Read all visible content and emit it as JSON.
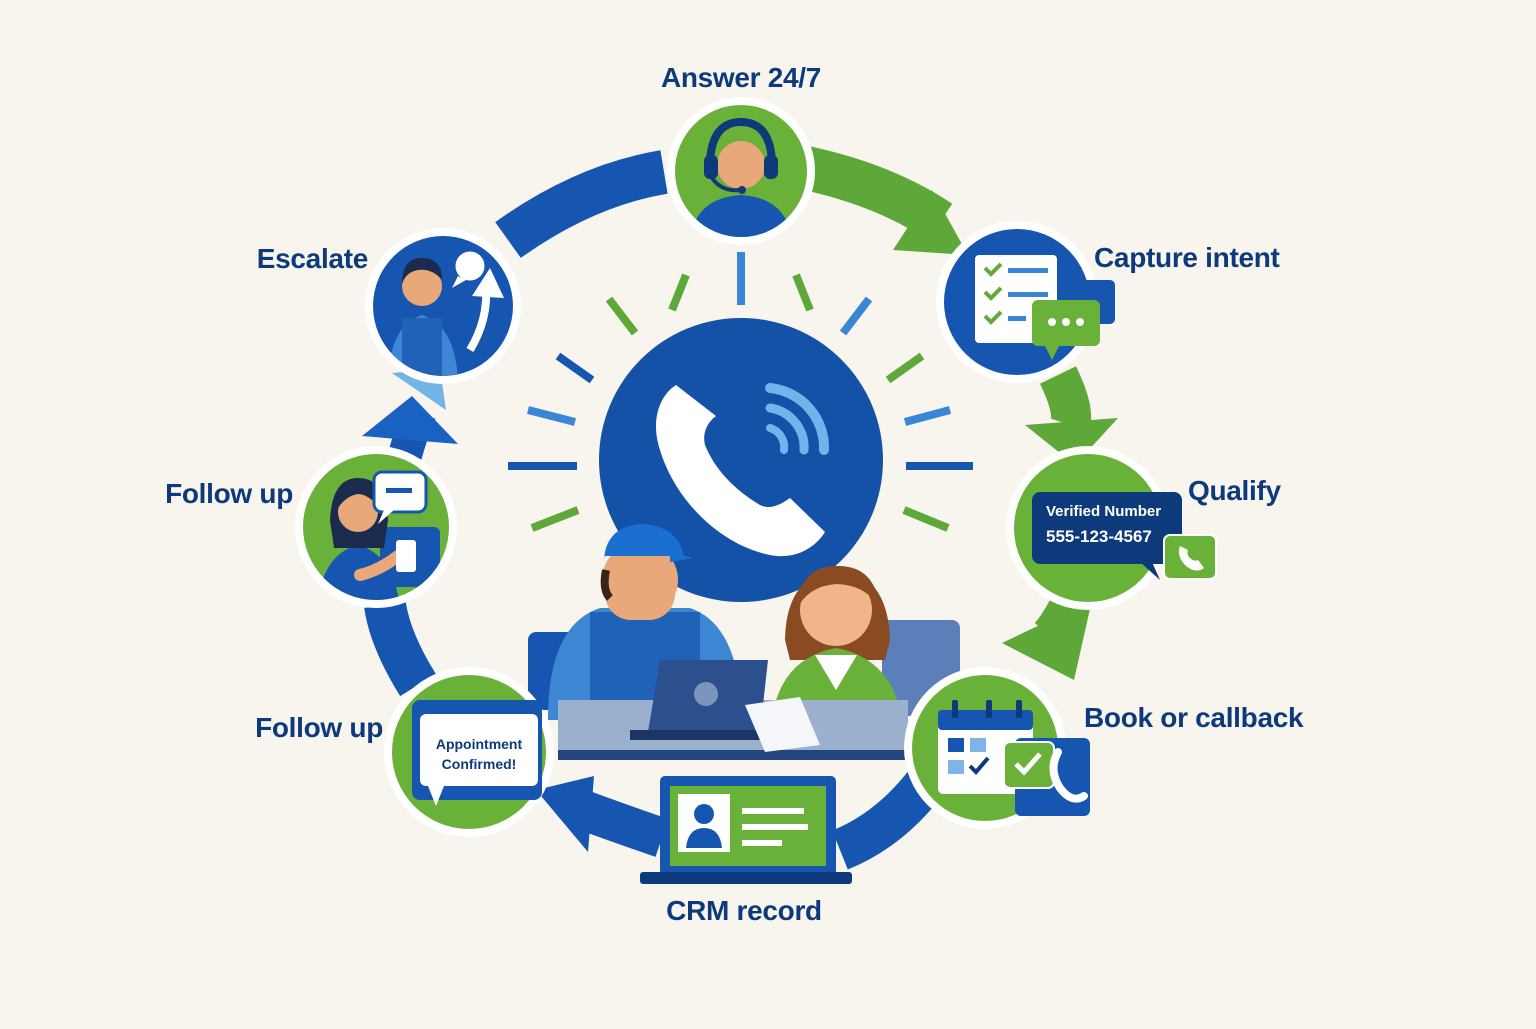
{
  "colors": {
    "blue": "#1656b0",
    "dark_blue": "#0d3a7a",
    "light_blue": "#4aa0e0",
    "green": "#5ea83a",
    "background": "#f8f4ee"
  },
  "diagram": {
    "center_icon": "phone-icon",
    "steps": [
      {
        "label": "Answer 24/7",
        "icon": "headset-agent-icon"
      },
      {
        "label": "Capture intent",
        "icon": "checklist-chat-icon"
      },
      {
        "label": "Qualify",
        "icon": "verified-number-icon",
        "card_title": "Verified Number",
        "card_value": "555-123-4567"
      },
      {
        "label": "Book or callback",
        "icon": "calendar-callback-icon"
      },
      {
        "label": "CRM record",
        "icon": "crm-monitor-icon"
      },
      {
        "label": "Follow up",
        "icon": "appointment-message-icon",
        "message": [
          "Appointment",
          "Confirmed!"
        ]
      },
      {
        "label": "Follow up",
        "icon": "woman-phone-icon"
      },
      {
        "label": "Escalate",
        "icon": "worker-escalate-icon"
      }
    ],
    "center_scene": "technician-and-receptionist-illustration"
  }
}
